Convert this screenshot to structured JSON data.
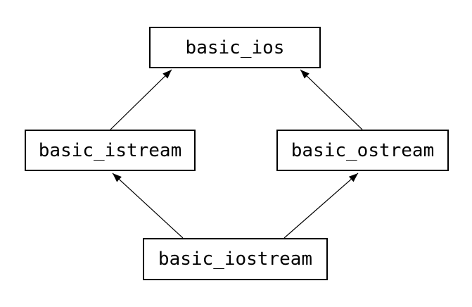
{
  "diagram": {
    "type": "class-inheritance-graph",
    "nodes": [
      {
        "id": "basic_ios",
        "label": "basic_ios"
      },
      {
        "id": "basic_istream",
        "label": "basic_istream"
      },
      {
        "id": "basic_ostream",
        "label": "basic_ostream"
      },
      {
        "id": "basic_iostream",
        "label": "basic_iostream"
      }
    ],
    "edges": [
      {
        "from": "basic_istream",
        "to": "basic_ios",
        "arrowhead_at": "basic_ios"
      },
      {
        "from": "basic_ostream",
        "to": "basic_ios",
        "arrowhead_at": "basic_ios"
      },
      {
        "from": "basic_iostream",
        "to": "basic_istream",
        "arrowhead_at": "basic_istream"
      },
      {
        "from": "basic_iostream",
        "to": "basic_ostream",
        "arrowhead_at": "basic_ostream"
      }
    ],
    "colors": {
      "background": "#ffffff",
      "node_fill": "#ffffff",
      "node_border": "#000000",
      "text": "#000000",
      "arrow": "#000000"
    }
  }
}
